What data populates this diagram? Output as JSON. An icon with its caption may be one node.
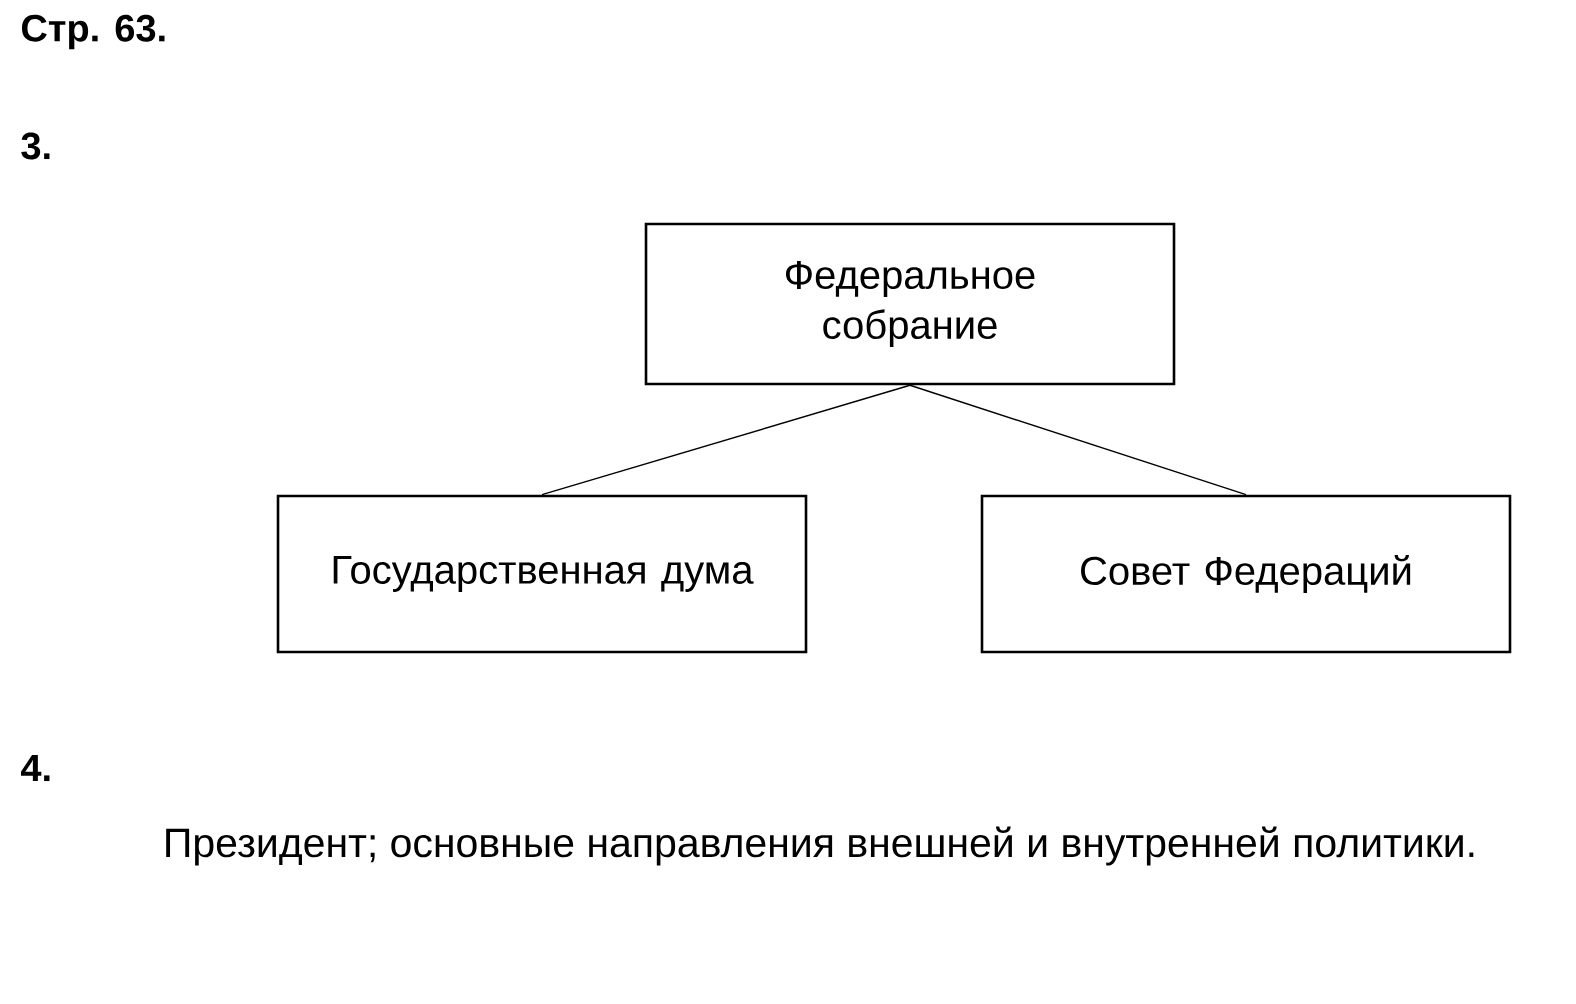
{
  "diagram": {
    "nodes": [
      {
        "text": [
          "Федеральное собрание"
        ]
      },
      {
        "text": [
          "Государственная дума"
        ]
      },
      {
        "text": [
          "Совет Федераций"
        ]
      }
    ],
    "edges": [
      {
        "from": 0,
        "to": 1,
        "arrow": "none"
      },
      {
        "from": 0,
        "to": 2,
        "arrow": "none"
      }
    ],
    "labels": [
      "Стр. 63.",
      "3.",
      "4.",
      "Президент; основные направления внешней и внутренней политики."
    ]
  }
}
